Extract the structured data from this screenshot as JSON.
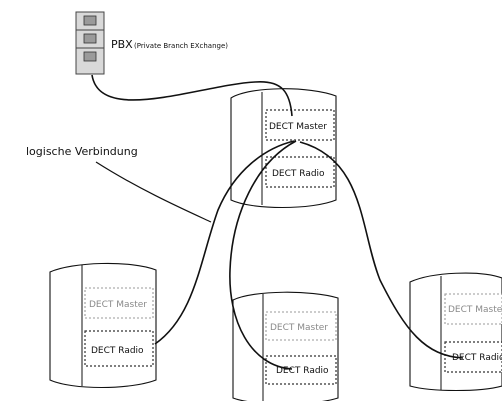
{
  "pbx": {
    "label": "PBX",
    "sublabel": "(Private Branch EXchange)"
  },
  "connection_label": "logische Verbindung",
  "stations": [
    {
      "master_label": "DECT Master",
      "radio_label": "DECT Radio",
      "master_active": true
    },
    {
      "master_label": "DECT Master",
      "radio_label": "DECT Radio",
      "master_active": false
    },
    {
      "master_label": "DECT Master",
      "radio_label": "DECT Radio",
      "master_active": false
    },
    {
      "master_label": "DECT Master",
      "radio_label": "DECT Radio",
      "master_active": false
    }
  ]
}
